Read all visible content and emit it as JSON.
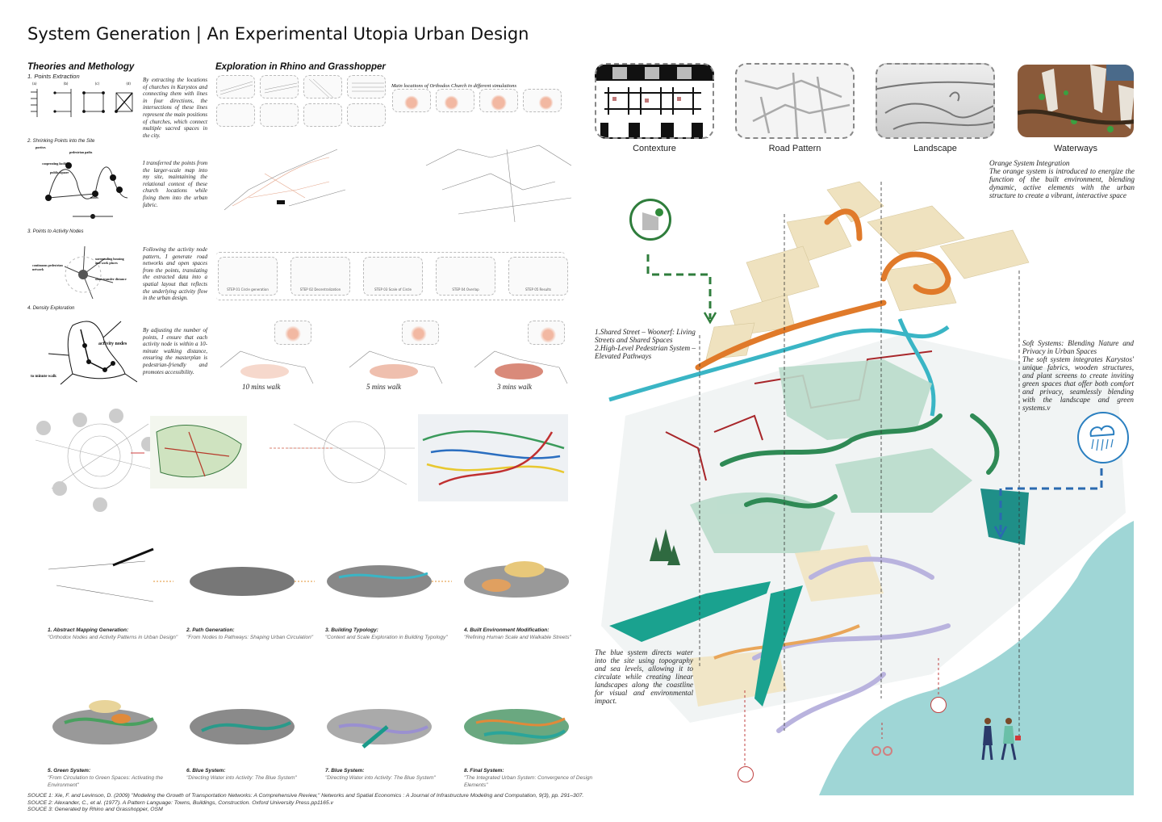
{
  "title": "System Generation | An Experimental Utopia Urban Design",
  "left": {
    "heading": "Theories and Methology",
    "sections": [
      {
        "label": "1. Points Extraction",
        "text": "By extracting the locations of churches in Karystos and connecting them with lines in four directions, the intersections of these lines represent the main positions of churches, which connect multiple sacred spaces in the city.",
        "diagram_labels": [
          "(a)",
          "(b)",
          "(c)",
          "(d)"
        ]
      },
      {
        "label": "2. Shrinking Points into the Site",
        "text": "I transferred the points from the larger-scale map into my site, maintaining the relational context of these church locations while fixing them into the urban fabric.",
        "diagram_labels": [
          "portive.",
          "pedestrian paths",
          "cooperating facilities",
          "public square",
          "nodes"
        ]
      },
      {
        "label": "3. Points to Activity Nodes",
        "text": "Following the activity node pattern, I generate road networks and open spaces from the points, translating the extracted data into a spatial layout that reflects the underlying activity flow in the urban design.",
        "diagram_labels": [
          "continuous pedestrian network",
          "surrounding housing and work places",
          "short transfer distance"
        ]
      },
      {
        "label": "4. Density Exploration",
        "text": "By adjusting the number of points, I ensure that each activity node is within a 10-minute walking distance, ensuring the masterplan is pedestrian-friendly and promotes accessibility.",
        "diagram_labels": [
          "activity nodes",
          "to minute walk"
        ]
      }
    ]
  },
  "exploration": {
    "heading": "Exploration in Rhino and Grasshopper",
    "church_caption": "Main locations of Orthodox Church in different simulations",
    "steps": [
      "STEP 01 Circle generation",
      "STEP 02 Decentralization",
      "STEP 03 Scale of Circle",
      "STEP 04 Overlap",
      "STEP 05 Results"
    ],
    "walks": [
      "10 mins walk",
      "5 mins walk",
      "3 mins walk"
    ]
  },
  "process": [
    {
      "title": "1. Abstract Mapping Generation:",
      "desc": "\"Orthodox Nodes and Activity Patterns in Urban Design\""
    },
    {
      "title": "2. Path Generation:",
      "desc": "\"From Nodes to Pathways: Shaping Urban Circulation\""
    },
    {
      "title": "3. Building Typology:",
      "desc": "\"Context and Scale Exploration in Building Typology\""
    },
    {
      "title": "4. Built Environment Modification:",
      "desc": "\"Refining Human Scale and Walkable Streets\""
    },
    {
      "title": "5. Green System:",
      "desc": "\"From Circulation to Green Spaces: Activating the Environment\""
    },
    {
      "title": "6. Blue System:",
      "desc": "\"Directing Water into Activity: The Blue System\""
    },
    {
      "title": "7. Blue System:",
      "desc": "\"Directing Water into Activity: The Blue System\""
    },
    {
      "title": "8. Final System:",
      "desc": "\"The Integrated Urban System: Convergence of Design Elements\""
    }
  ],
  "sources": [
    "SOUCE 1: Xie, F. and Levinson, D. (2009) \"Modeling the Growth of Transportation Networks: A Comprehensive Review,\" Networks and Spatial Economics : A Journal of Infrastructure Modeling and Computation, 9(3), pp. 291–307.",
    "SOUCE 2: Alexander, C., et al. (1977). A Pattern Language: Towns, Buildings, Construction. Oxford University Press.pp1165.v",
    "SOUCE 3: Generated by Rhino and Grasshopper, OSM"
  ],
  "right": {
    "thumbnails": [
      "Contexture",
      "Road Pattern",
      "Landscape",
      "Waterways"
    ],
    "orange": {
      "title": "Orange System Integration",
      "text": "The orange system is introduced to energize the function of the built environment, blending dynamic, active elements with the urban structure to create a vibrant, interactive space"
    },
    "shared": [
      "1.Shared Street – Woonerf: Living Streets and Shared Spaces",
      "2.High-Level Pedestrian System – Elevated Pathways"
    ],
    "soft": {
      "title": "Soft Systems: Blending Nature and Privacy in Urban Spaces",
      "text": "The soft system integrates Karystos' unique fabrics, wooden structures, and plant screens to create inviting green spaces that offer both comfort and privacy, seamlessly blending with the landscape and green systems.v"
    },
    "blue": "The blue system directs water into the site using topography and sea levels, allowing it to circulate while creating linear landscapes along the coastline for visual and environmental impact."
  },
  "colors": {
    "orange": "#e07a2a",
    "beige": "#efe2bf",
    "green": "#3a9a6a",
    "teal": "#2aa59a",
    "sea": "#9fd6d6",
    "lavender": "#b9b3de",
    "red": "#a8262a",
    "blueIcon": "#2a7fc0",
    "greenIcon": "#2f7d3c"
  }
}
